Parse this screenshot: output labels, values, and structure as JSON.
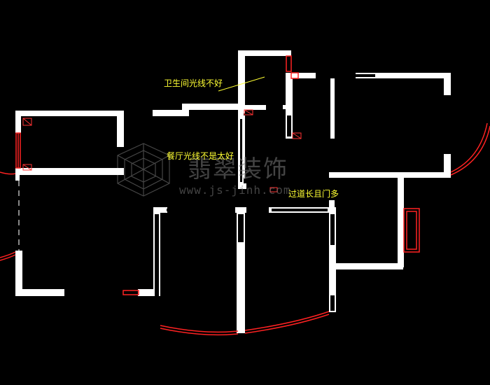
{
  "annotations": {
    "bathroom_note": "卫生间光线不好",
    "dining_note": "餐厅光线不是太好",
    "corridor_note": "过道长且门多"
  },
  "watermark": {
    "chinese": "翡翠装饰",
    "url": "www.js-jinh.com"
  },
  "colors": {
    "background": "#000000",
    "wall": "#ffffff",
    "window": "#ff2222",
    "note_text": "#ffff33",
    "watermark": "#7a7a7a"
  }
}
